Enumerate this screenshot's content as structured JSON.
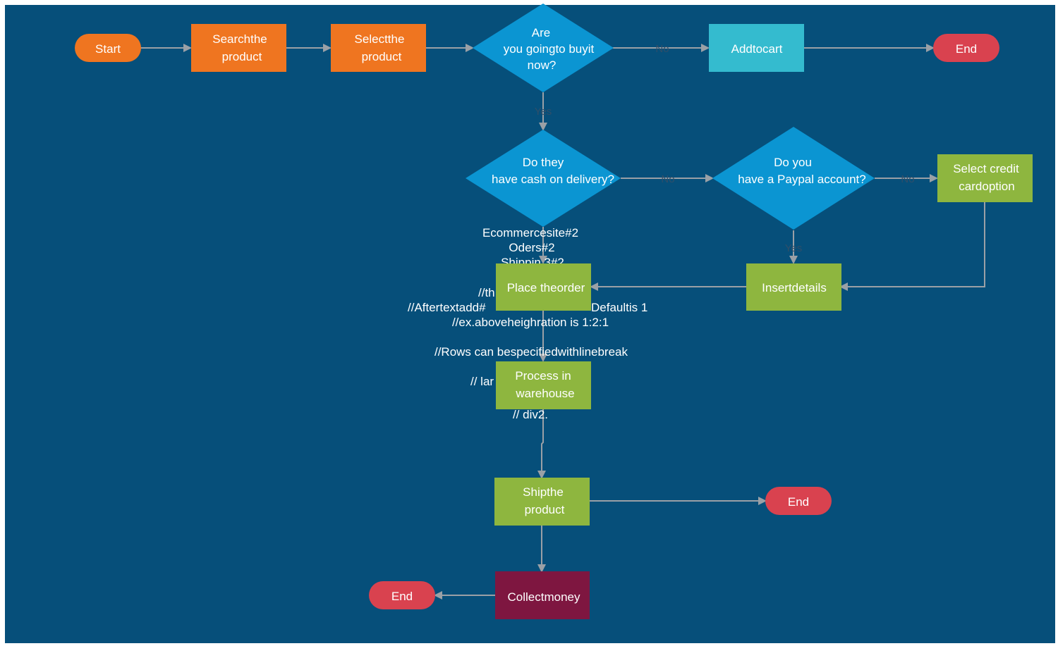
{
  "colors": {
    "background": "#064f7a",
    "terminal": "#ef7520",
    "end_terminal": "#d9424f",
    "process_orange": "#ef7520",
    "decision": "#0b95d2",
    "process_teal": "#34bbcf",
    "process_green": "#8eb63f",
    "process_maroon": "#7e1640",
    "connector": "#9aa0a6",
    "text": "#ffffff"
  },
  "nodes": {
    "start": {
      "lines": [
        "Start"
      ]
    },
    "search": {
      "lines": [
        "Searchthe",
        "product"
      ]
    },
    "select": {
      "lines": [
        "Selectthe",
        "product"
      ]
    },
    "decision_buy": {
      "lines": [
        "Are",
        "you goingto  buyit",
        "now?"
      ]
    },
    "add_to_cart": {
      "lines": [
        "Addtocart"
      ]
    },
    "end_top": {
      "lines": [
        "End"
      ]
    },
    "decision_cash": {
      "lines": [
        "Do they",
        "have cash   on delivery?"
      ]
    },
    "decision_paypal": {
      "lines": [
        "Do you",
        "have a Paypal  account?"
      ]
    },
    "select_credit": {
      "lines": [
        "Select credit",
        "cardoption"
      ]
    },
    "place_order": {
      "lines": [
        "Place theorder"
      ]
    },
    "insert_details": {
      "lines": [
        "Insertdetails"
      ]
    },
    "process_warehouse": {
      "lines": [
        "Process in",
        "warehouse"
      ]
    },
    "ship_product": {
      "lines": [
        "Shipthe",
        "product"
      ]
    },
    "end_mid": {
      "lines": [
        "End"
      ]
    },
    "collect_money": {
      "lines": [
        "Collectmoney"
      ]
    },
    "end_bottom": {
      "lines": [
        "End"
      ]
    }
  },
  "edge_labels": {
    "buy_no": "No",
    "buy_yes": "Yes",
    "cash_no": "No",
    "paypal_no": "No",
    "paypal_yes": "Yes"
  },
  "overlay_notes": [
    "Ecommercesite#2",
    "Oders#2",
    "Shippin 3#2",
    "//th",
    "//Aftertextadd#",
    "Defaultis 1",
    "//ex.aboveheighration is 1:2:1",
    "//Rows can bespecifiedwithlinebreak",
    "// lar",
    "// div2."
  ]
}
